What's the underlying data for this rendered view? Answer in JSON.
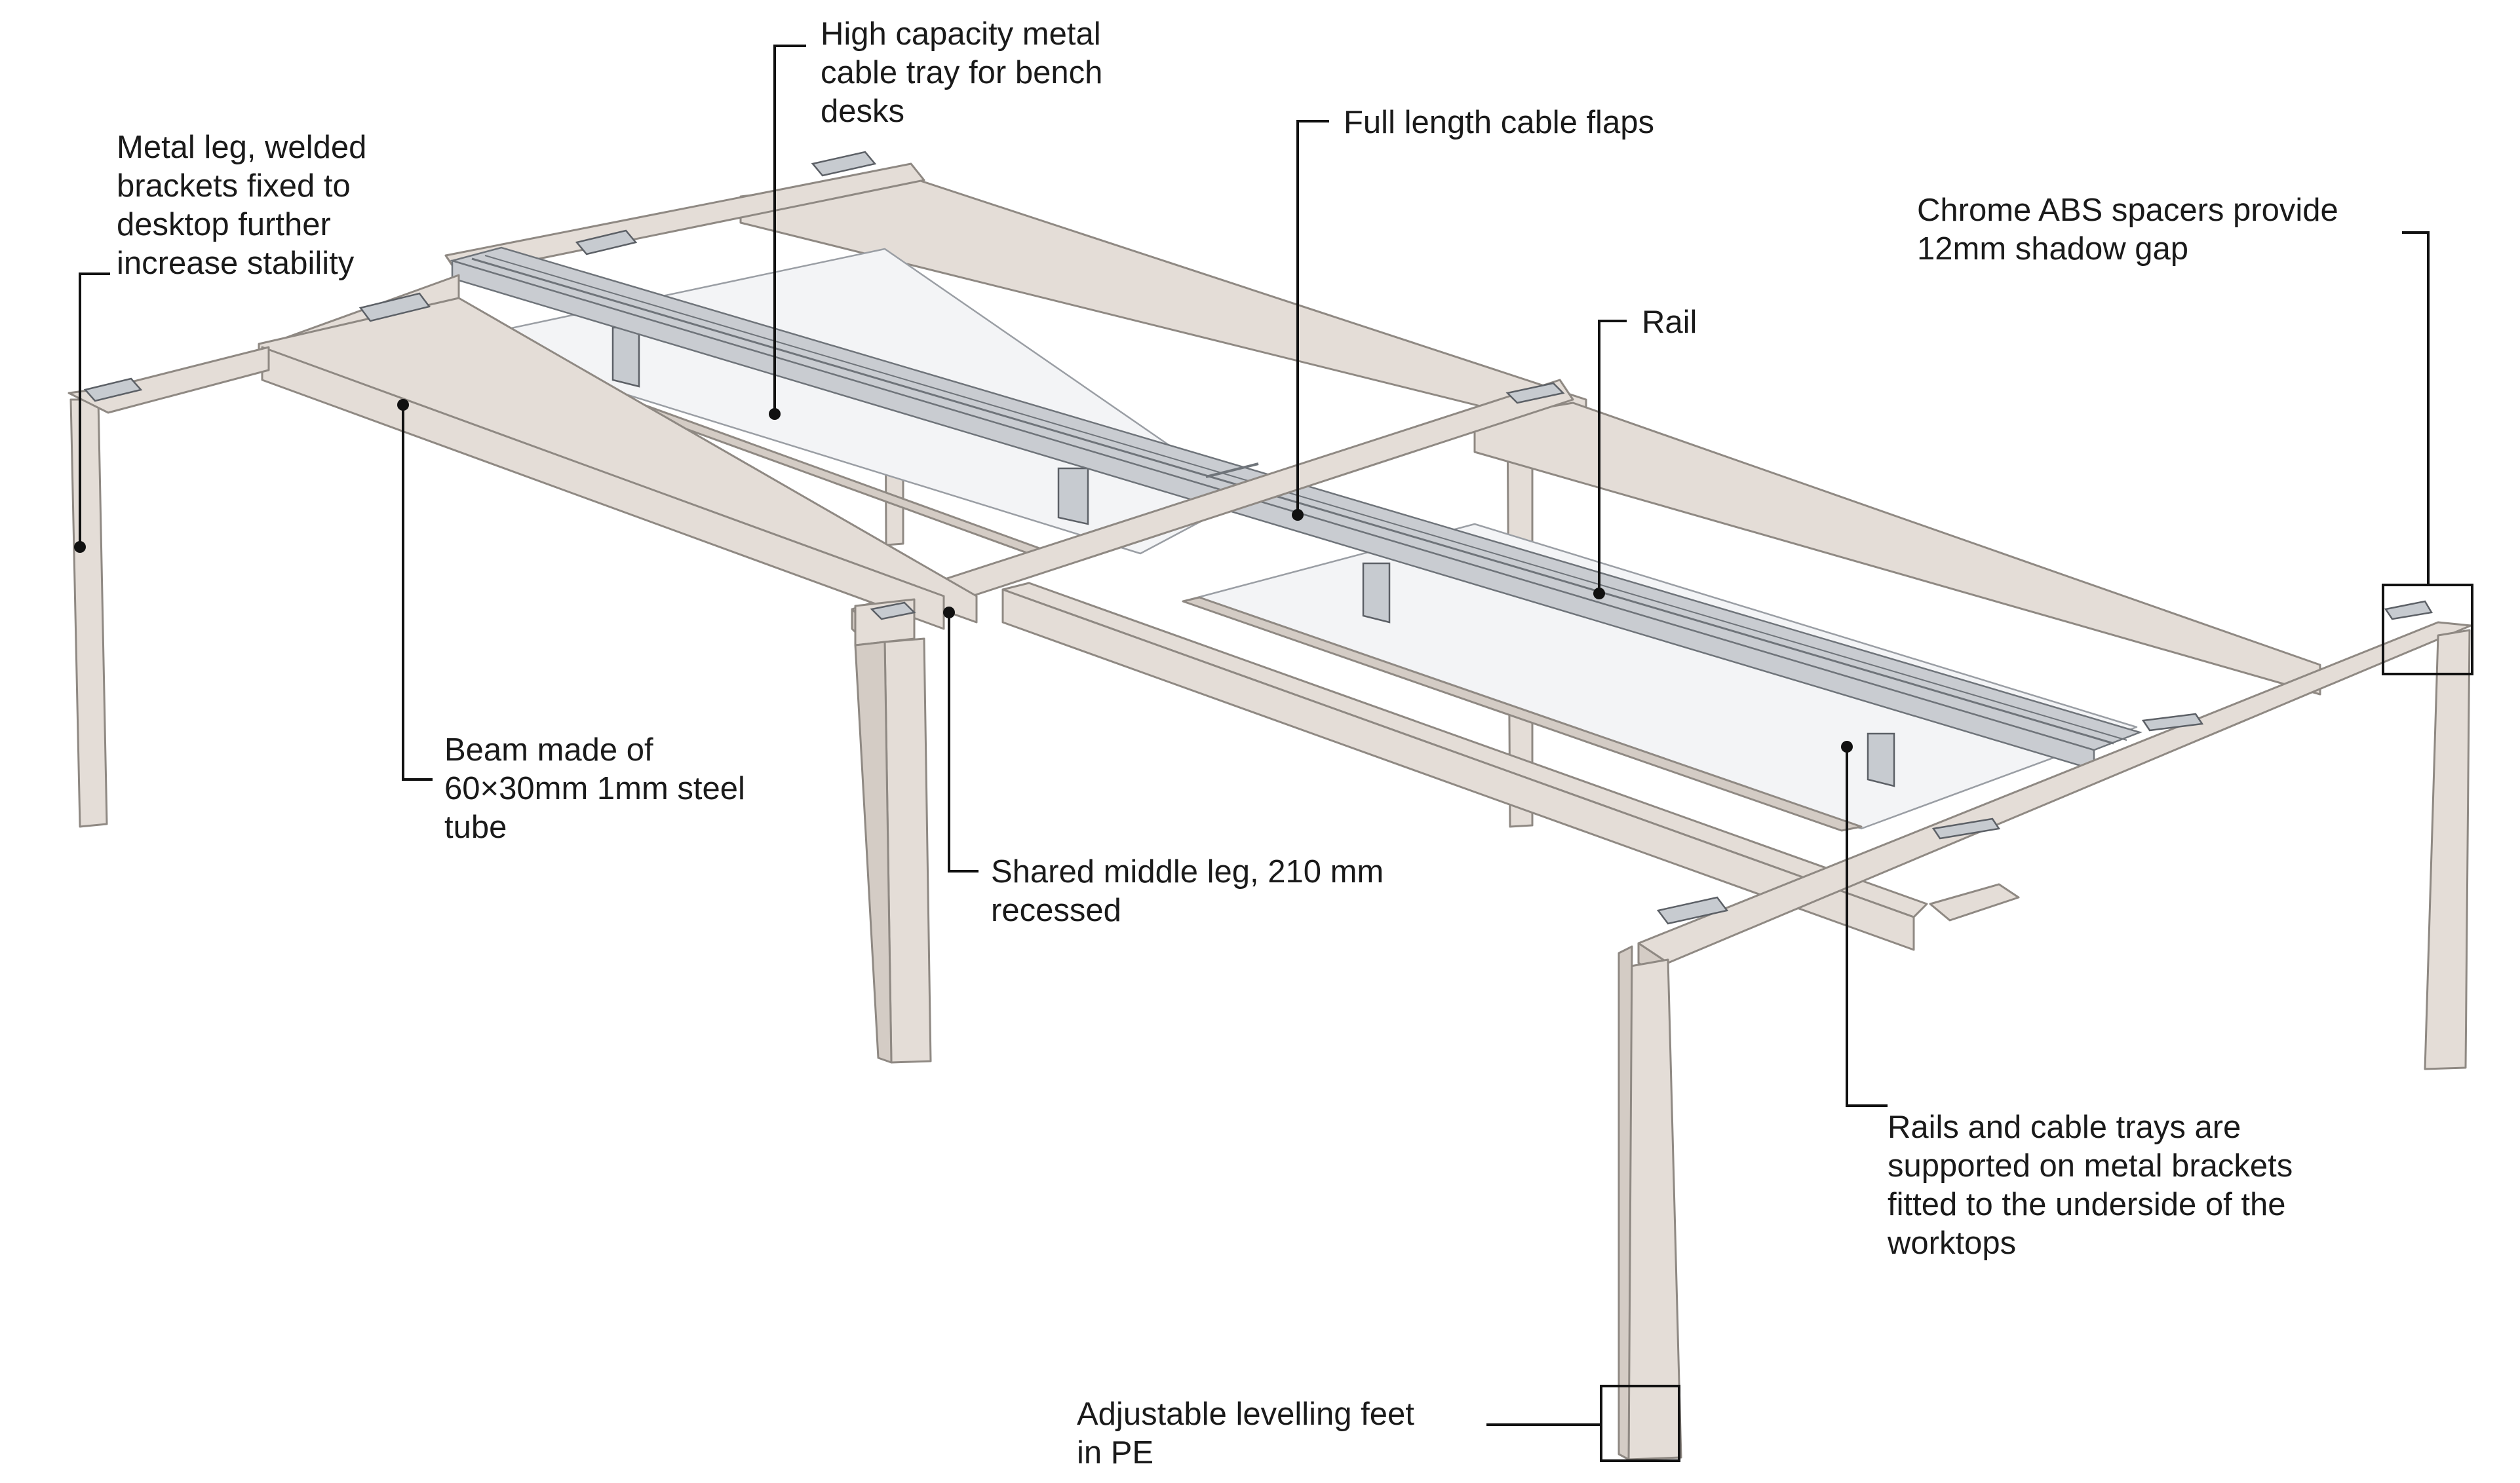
{
  "callouts": {
    "cable_tray": "High capacity metal\ncable tray for bench\ndesks",
    "cable_flaps": "Full length cable flaps",
    "metal_leg": "Metal leg, welded\nbrackets fixed to\ndesktop further\nincrease stability",
    "abs_spacers": "Chrome ABS spacers provide\n12mm shadow gap",
    "rail": "Rail",
    "beam": "Beam made of\n60×30mm 1mm steel\ntube",
    "middle_leg": "Shared middle leg, 210 mm\nrecessed",
    "brackets": "Rails and cable trays are\nsupported on metal brackets\nfitted to the underside of the\nworktops",
    "levelling_feet": "Adjustable levelling feet\nin PE"
  },
  "colors": {
    "frame": "#e4ddd7",
    "frame_outline": "#8f8983",
    "tray": "#f3f4f6",
    "rail": "#c9ccd1",
    "leader_line": "#111111",
    "text": "#1a1a1a"
  }
}
